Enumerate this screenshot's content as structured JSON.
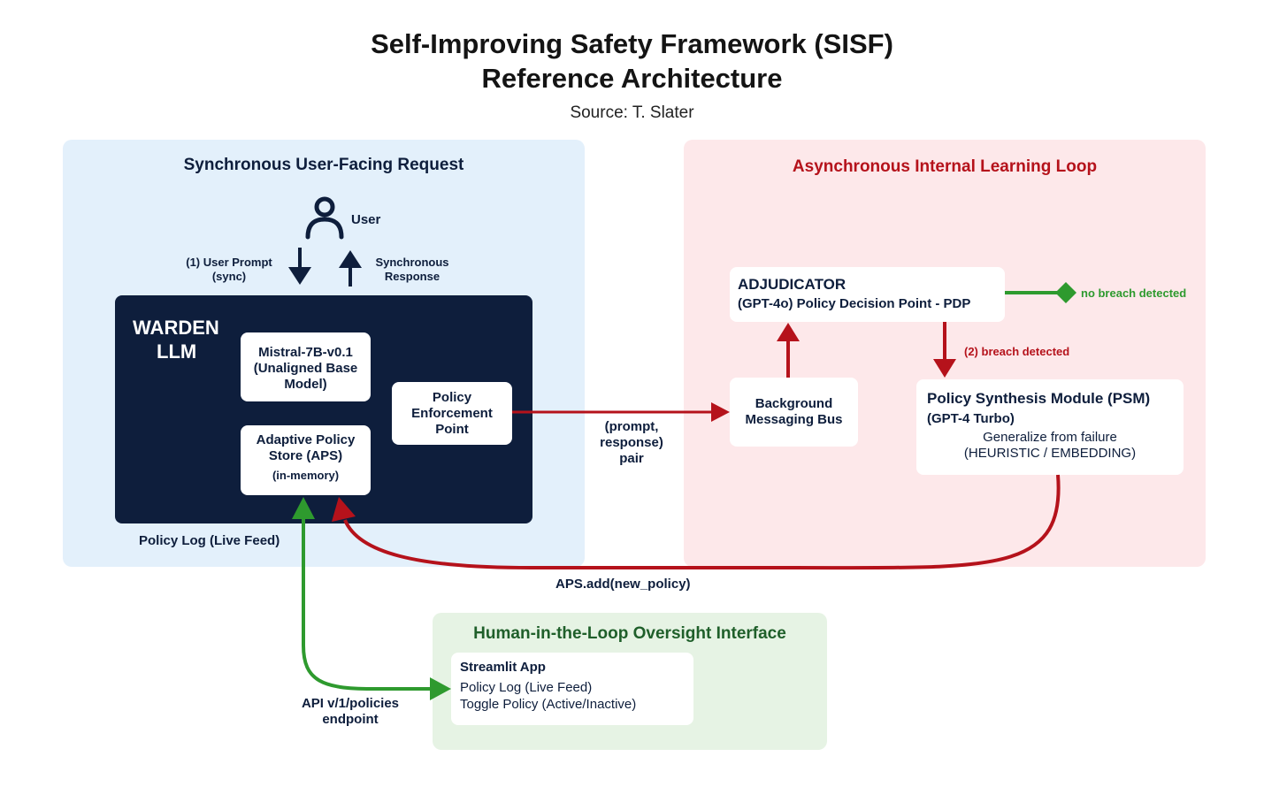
{
  "title": {
    "line1": "Self-Improving Safety Framework (SISF)",
    "line2": "Reference Architecture",
    "source": "Source: T. Slater"
  },
  "sync_panel": {
    "title": "Synchronous User-Facing Request",
    "user_label": "User",
    "user_prompt_line1": "(1) User Prompt",
    "user_prompt_line2": "(sync)",
    "sync_response_line1": "Synchronous",
    "sync_response_line2": "Response",
    "warden_line1": "WARDEN",
    "warden_line2": "LLM",
    "base_model_line1": "Mistral-7B-v0.1",
    "base_model_line2": "(Unaligned Base",
    "base_model_line3": "Model)",
    "aps_line1": "Adaptive Policy",
    "aps_line2": "Store (APS)",
    "aps_line3": "(in-memory)",
    "pep_line1": "Policy",
    "pep_line2": "Enforcement",
    "pep_line3": "Point",
    "policy_log": "Policy Log (Live Feed)"
  },
  "async_panel": {
    "title": "Asynchronous Internal Learning Loop",
    "adjudicator_title": "ADJUDICATOR",
    "adjudicator_sub": "(GPT-4o) Policy Decision Point - PDP",
    "no_breach": "no breach detected",
    "breach": "(2) breach detected",
    "bus_line1": "Background",
    "bus_line2": "Messaging Bus",
    "psm_title": "Policy Synthesis Module (PSM)",
    "psm_sub": "(GPT-4 Turbo)",
    "psm_desc1": "Generalize from failure",
    "psm_desc2": "(HEURISTIC / EMBEDDING)"
  },
  "flow_labels": {
    "pair_line1": "(prompt,",
    "pair_line2": "response)",
    "pair_line3": "pair",
    "aps_add": "APS.add(new_policy)",
    "api_line1": "API v/1/policies",
    "api_line2": "endpoint"
  },
  "hitl_panel": {
    "title": "Human-in-the-Loop Oversight Interface",
    "app_title": "Streamlit App",
    "item1": "Policy Log (Live Feed)",
    "item2": "Toggle Policy (Active/Inactive)"
  },
  "colors": {
    "sync_bg": "#e3f0fb",
    "async_bg": "#fde8ea",
    "hitl_bg": "#e6f3e4",
    "navy": "#0e1e3c",
    "red": "#b5121b",
    "green": "#2e9a2e"
  }
}
